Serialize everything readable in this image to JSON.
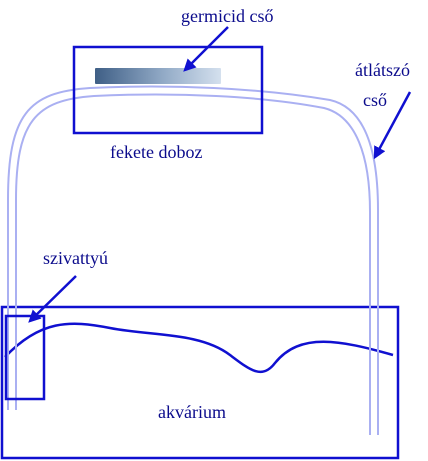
{
  "labels": {
    "germicid_cso": "germicid cső",
    "atlatszo": "átlátszó",
    "cso": "cső",
    "fekete_doboz": "fekete doboz",
    "szivattyu": "szivattyú",
    "akvarium": "akvárium"
  },
  "colors": {
    "outline": "#1010d0",
    "label_text": "#0b0b8c",
    "tube": "#aab0f2",
    "lamp_dark": "#3f5f86",
    "lamp_light": "#c8d8ea",
    "background": "#ffffff"
  }
}
